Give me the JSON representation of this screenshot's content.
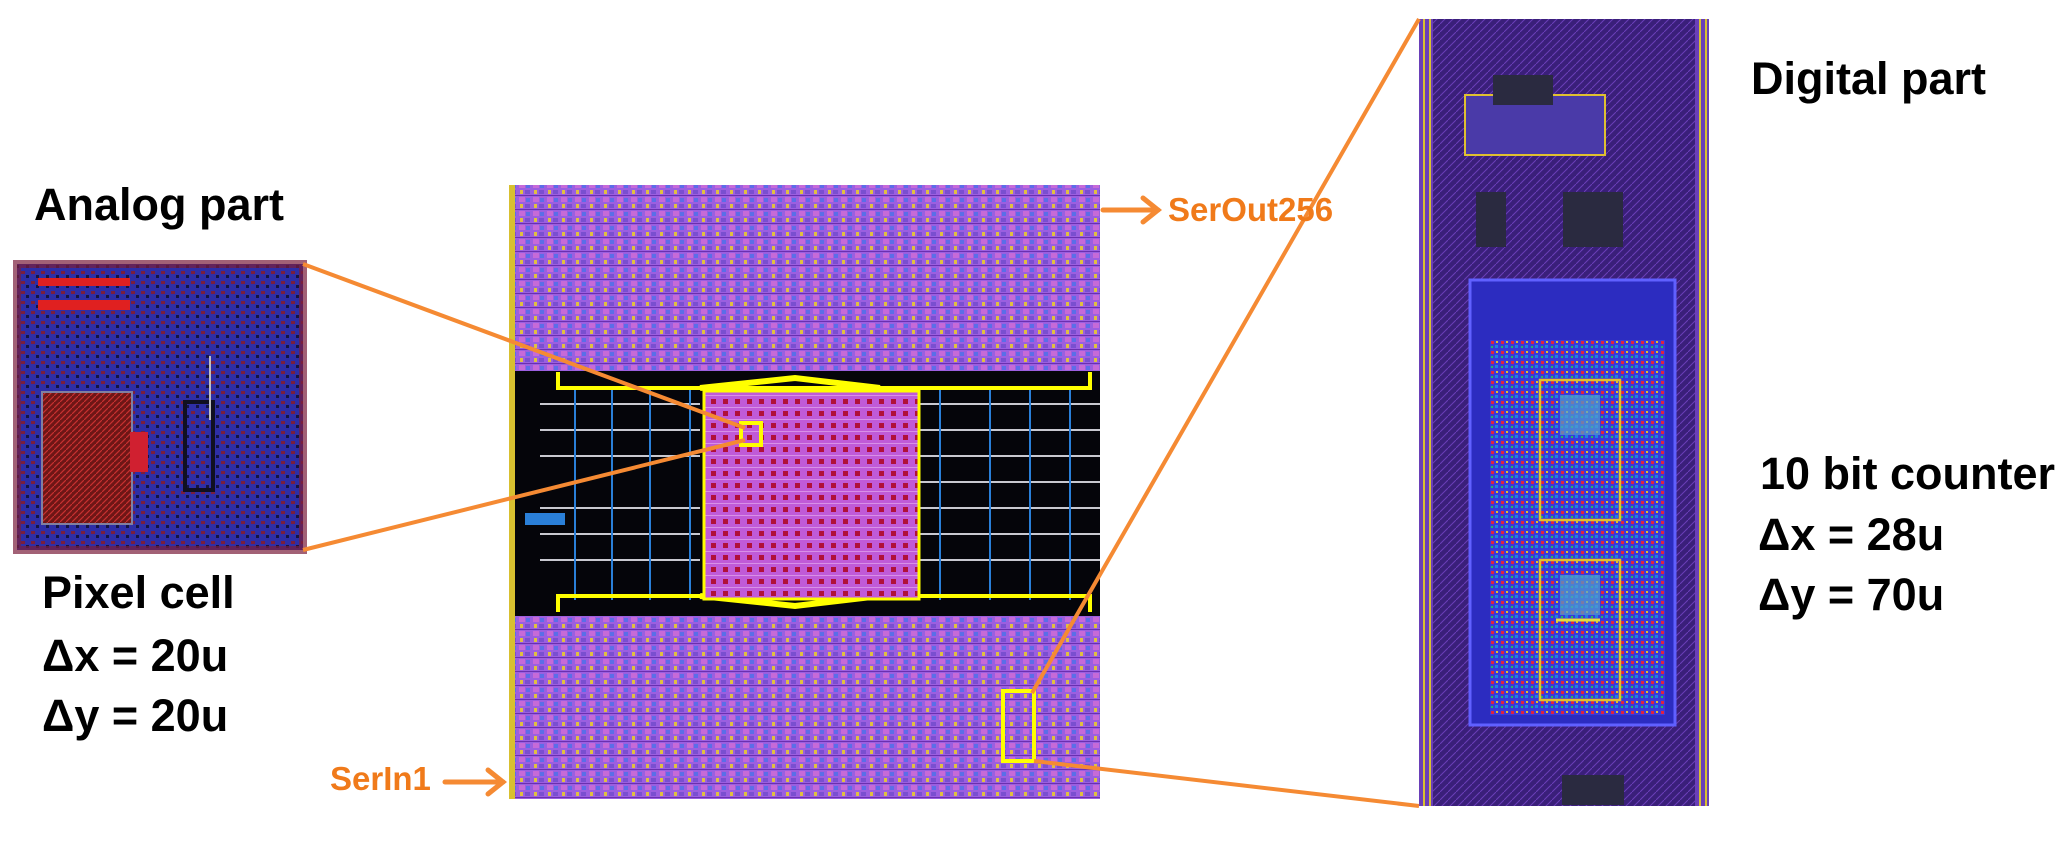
{
  "analog": {
    "title": "Analog part",
    "cell_name": "Pixel cell",
    "dx": "Δx = 20u",
    "dy": "Δy = 20u"
  },
  "digital": {
    "title": "Digital part",
    "cell_name": "10 bit counter",
    "dx": "Δx = 28u",
    "dy": "Δy = 70u"
  },
  "signals": {
    "input": "SerIn1",
    "output": "SerOut256"
  },
  "colors": {
    "callout": "#f58a33",
    "highlight": "#ffff00",
    "label_orange": "#f07a1a",
    "layout_purple": "#9a55e0",
    "layout_blue": "#2f2fa8",
    "layout_red": "#8a1c2a"
  }
}
